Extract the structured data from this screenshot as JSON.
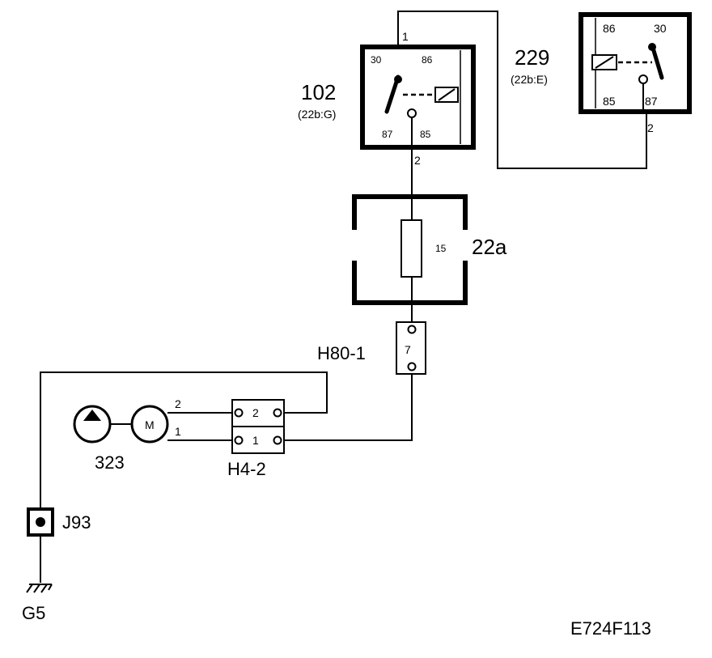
{
  "relay_102": {
    "id": "102",
    "ref": "(22b:G)",
    "pins": {
      "p30": "30",
      "p86": "86",
      "p87": "87",
      "p85": "85"
    }
  },
  "relay_229": {
    "id": "229",
    "ref": "(22b:E)",
    "pins": {
      "p86": "86",
      "p30": "30",
      "p85": "85",
      "p87": "87"
    }
  },
  "fusebox": {
    "id": "22a",
    "fuse": "15"
  },
  "connector_h80": {
    "id": "H80-1",
    "pin": "7"
  },
  "connector_h4": {
    "id": "H4-2",
    "pin_top": "2",
    "pin_bottom": "1"
  },
  "motor": {
    "id": "323",
    "symbol": "M"
  },
  "ground_point": {
    "id": "J93"
  },
  "ground": {
    "id": "G5"
  },
  "wires": {
    "relay102_pin1": "1",
    "relay102_out": "2",
    "relay229_out": "2",
    "motor_wire_top": "2",
    "motor_wire_bottom": "1"
  },
  "figure_code": "E724F113"
}
